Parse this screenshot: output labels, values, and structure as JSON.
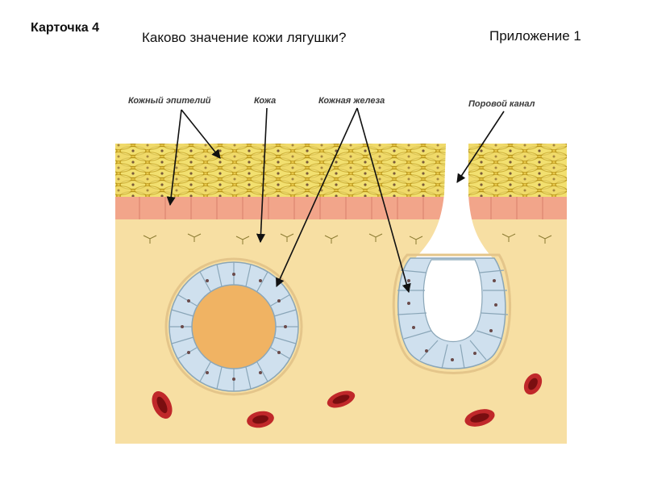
{
  "header": {
    "card_label": "Карточка 4",
    "question": "Каково значение кожи лягушки?",
    "appendix": "Приложение 1"
  },
  "figure": {
    "labels": {
      "skin_epithelium": "Кожный эпителий",
      "skin": "Кожа",
      "skin_gland": "Кожная железа",
      "pore_canal": "Поровой канал"
    }
  }
}
